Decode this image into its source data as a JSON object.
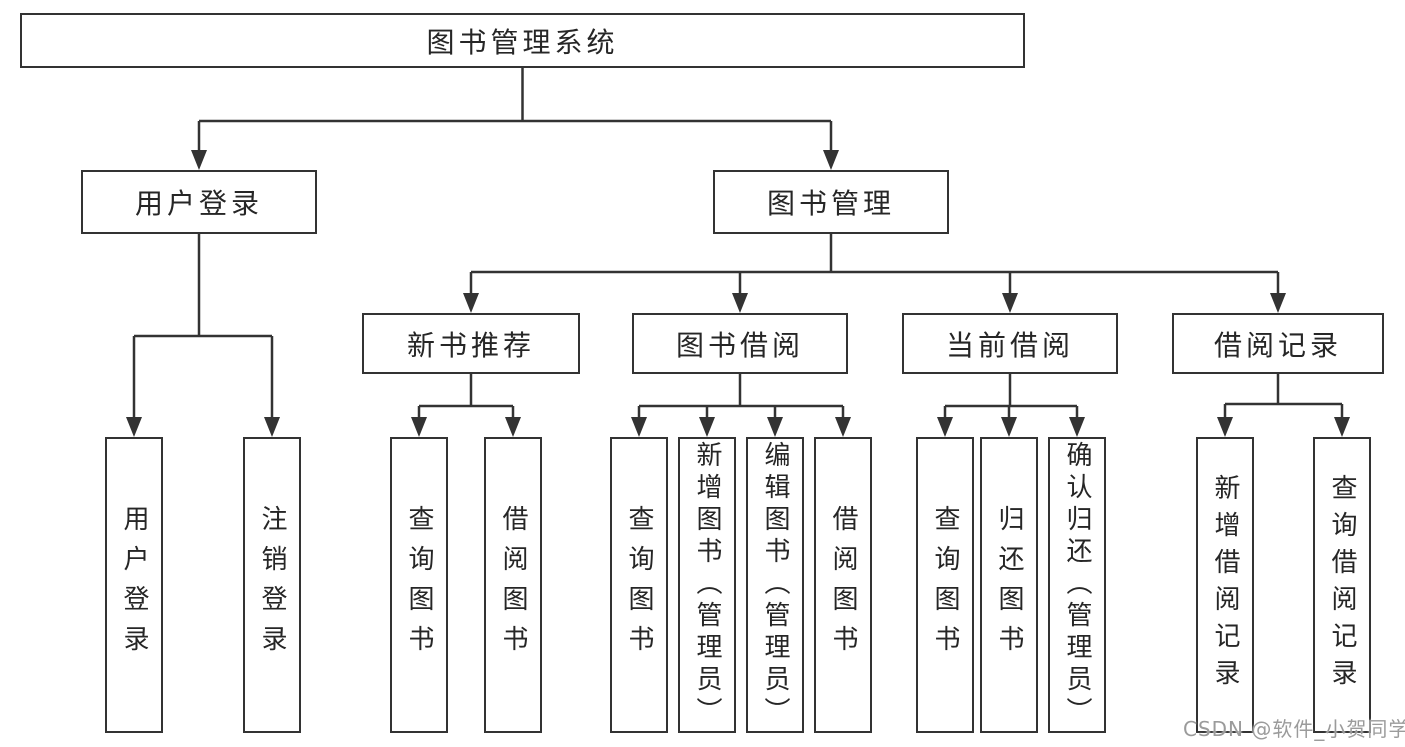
{
  "nodes": {
    "root": {
      "label": "图书管理系统"
    },
    "level2": [
      {
        "label": "用户登录"
      },
      {
        "label": "图书管理"
      }
    ],
    "level3": [
      {
        "label": "新书推荐",
        "parent": "图书管理"
      },
      {
        "label": "图书借阅",
        "parent": "图书管理"
      },
      {
        "label": "当前借阅",
        "parent": "图书管理"
      },
      {
        "label": "借阅记录",
        "parent": "图书管理"
      }
    ],
    "leaves": [
      {
        "label": "用户登录",
        "parent": "用户登录"
      },
      {
        "label": "注销登录",
        "parent": "用户登录"
      },
      {
        "label": "查询图书",
        "parent": "新书推荐"
      },
      {
        "label": "借阅图书",
        "parent": "新书推荐"
      },
      {
        "label": "查询图书",
        "parent": "图书借阅"
      },
      {
        "label": "新增图书（管理员）",
        "parent": "图书借阅"
      },
      {
        "label": "编辑图书（管理员）",
        "parent": "图书借阅"
      },
      {
        "label": "借阅图书",
        "parent": "图书借阅"
      },
      {
        "label": "查询图书",
        "parent": "当前借阅"
      },
      {
        "label": "归还图书",
        "parent": "当前借阅"
      },
      {
        "label": "确认归还（管理员）",
        "parent": "当前借阅"
      },
      {
        "label": "新增借阅记录",
        "parent": "借阅记录"
      },
      {
        "label": "查询借阅记录",
        "parent": "借阅记录"
      }
    ]
  },
  "watermark": {
    "text": "CSDN @软件_小贺同学"
  },
  "colors": {
    "line": "#333333",
    "box_border": "#333333",
    "text": "#262626",
    "watermark": "#9b9b9b",
    "background": "#ffffff"
  }
}
